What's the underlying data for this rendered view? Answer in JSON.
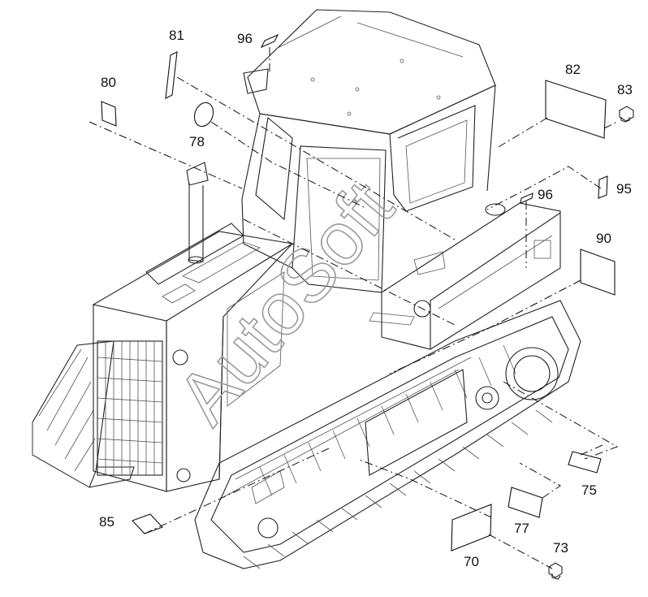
{
  "diagram": {
    "watermark": "AutoSoft",
    "callouts": {
      "c70": "70",
      "c73": "73",
      "c75": "75",
      "c77": "77",
      "c78": "78",
      "c80": "80",
      "c81": "81",
      "c82": "82",
      "c83": "83",
      "c85": "85",
      "c90": "90",
      "c95": "95",
      "c96a": "96",
      "c96b": "96"
    }
  }
}
